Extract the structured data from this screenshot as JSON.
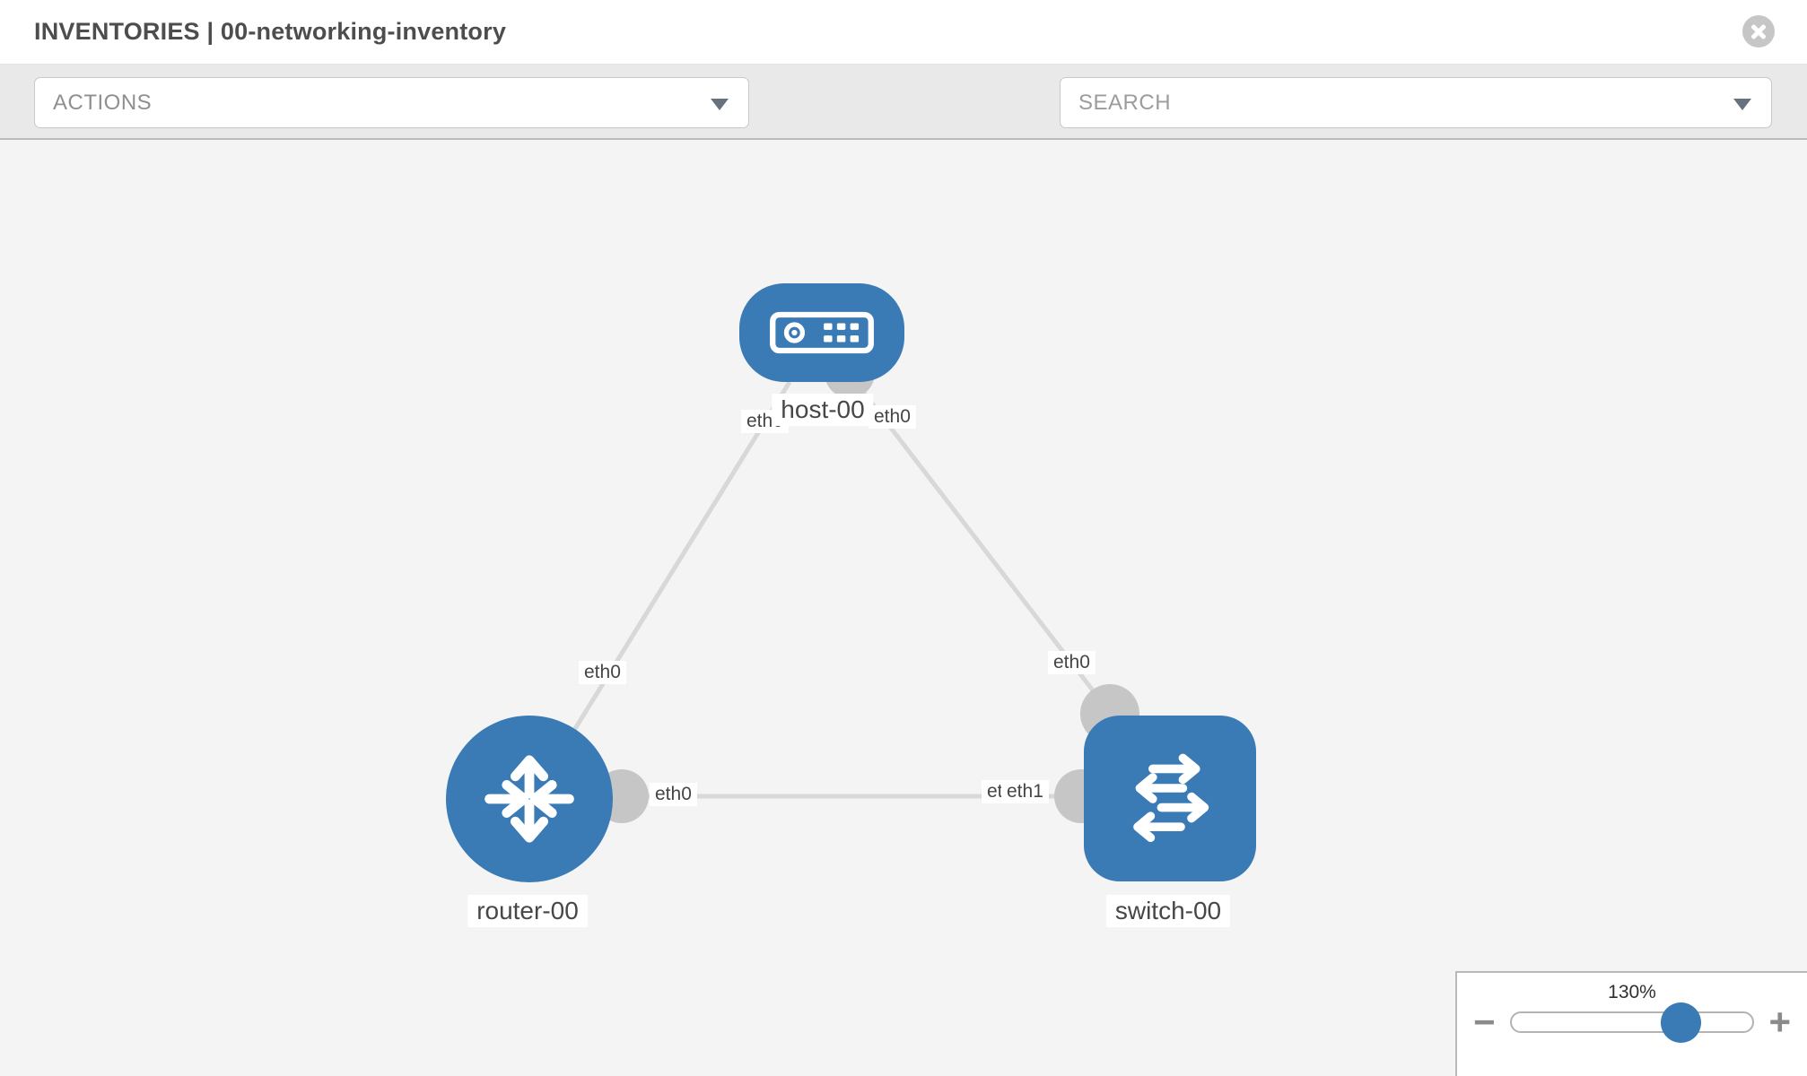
{
  "header": {
    "title": "INVENTORIES | 00-networking-inventory"
  },
  "toolbar": {
    "actions_label": "ACTIONS",
    "search_placeholder": "SEARCH",
    "icons": [
      "wrench-icon",
      "key-icon"
    ]
  },
  "topology": {
    "nodes": [
      {
        "id": "host-00",
        "type": "host",
        "label": "host-00"
      },
      {
        "id": "router-00",
        "type": "router",
        "label": "router-00"
      },
      {
        "id": "switch-00",
        "type": "switch",
        "label": "switch-00"
      }
    ],
    "links": [
      {
        "from": "host-00",
        "to": "router-00",
        "from_if": "eth0",
        "to_if": "eth0"
      },
      {
        "from": "host-00",
        "to": "switch-00",
        "from_if": "eth0",
        "to_if": "eth0"
      },
      {
        "from": "router-00",
        "to": "switch-00",
        "from_if": "eth0",
        "to_if": "eth1",
        "to_if_overlapped": "eth0"
      }
    ]
  },
  "zoom_control": {
    "level": "130%",
    "minus_label": "−",
    "plus_label": "+"
  },
  "colors": {
    "node_blue": "#3a7ab5",
    "link_gray": "#d8d8d8",
    "port_gray": "#c6c6c6",
    "toolbar_bg": "#e9e9e9",
    "canvas_bg": "#f4f4f5",
    "thumb_blue": "#3a7ab5"
  }
}
